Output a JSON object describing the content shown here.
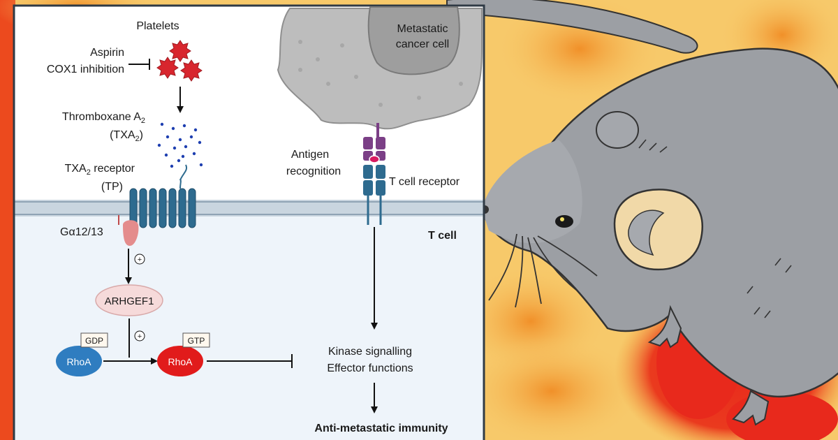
{
  "colors": {
    "background_warm": "#F7C96A",
    "background_red": "#E8291C",
    "panel_top": "#FFFFFF",
    "panel_cell": "#EEF4FA",
    "panel_border": "#2F3A45",
    "membrane": "#B9C7D3",
    "receptor_teal": "#2E6B8F",
    "platelet_red": "#D8262E",
    "txa2_dot": "#1E3FB0",
    "galpha": "#E48C8C",
    "arhgef1_fill": "#F6DADA",
    "rhoa_gdp": "#2F7DC0",
    "rhoa_gtp": "#E11B1B",
    "cancer_cell": "#BDBDBD",
    "tcr_purple": "#7B3F86",
    "mouse_body": "#9C9FA4",
    "mouse_ear_inner": "#F1D9A8"
  },
  "icons": [
    "platelet-cluster-icon",
    "txa2-dots-icon",
    "gpcr-receptor-icon",
    "t-cell-receptor-icon",
    "mhc-peptide-icon",
    "metastatic-cancer-cell-icon",
    "mouse-illustration"
  ],
  "labels": {
    "platelets": "Platelets",
    "aspirin": "Aspirin",
    "cox1": "COX1 inhibition",
    "thromboxane_main": "Thromboxane A",
    "thromboxane_sub": "2",
    "txa2_open": "(TXA",
    "txa2_sub": "2",
    "txa2_close": ")",
    "receptor_main": "TXA",
    "receptor_sub": "2",
    "receptor_rest": " receptor",
    "tp": "(TP)",
    "galpha": "Gα12/13",
    "plus": "+",
    "arhgef1": "ARHGEF1",
    "gdp": "GDP",
    "gtp": "GTP",
    "rhoa": "RhoA",
    "metastatic_line1": "Metastatic",
    "metastatic_line2": "cancer cell",
    "antigen_line1": "Antigen",
    "antigen_line2": "recognition",
    "tcr": "T cell receptor",
    "tcell": "T cell",
    "kinase": "Kinase signalling",
    "effector": "Effector functions",
    "immunity": "Anti-metastatic immunity"
  }
}
